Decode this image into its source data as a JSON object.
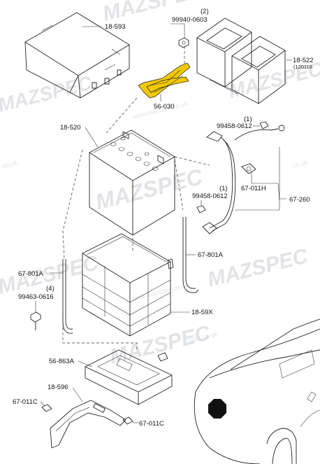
{
  "diagram": {
    "labels": {
      "cover": "18-593",
      "nut_top": "99940-0603",
      "nut_top_qty": "(2)",
      "clamp_yellow": "56-030",
      "bracket_frame": "18-522",
      "bracket_frame_date": "120116",
      "battery": "18-520",
      "bolt_upper": "99458-0612",
      "bolt_upper_qty": "(1)",
      "bolt_mid": "99458-0612",
      "bolt_mid_qty": "(1)",
      "cable_h": "67-011H",
      "harness": "67-260",
      "rod_right": "67-801A",
      "rod_left": "67-801A",
      "bolt_left": "99463-0616",
      "bolt_left_qty": "(4)",
      "tray": "18-59X",
      "base": "56-863A",
      "support": "18-596",
      "clip_left": "67-011C",
      "clip_right": "67-011C"
    },
    "watermarks": [
      "MAZSPEC",
      "MAZSPEC",
      "MAZSPEC",
      "MAZSPEC",
      "MAZSPEC",
      "MAZSPEC",
      "MAZSPEC"
    ],
    "watermark_urls": [
      "www.mazspec.co.uk",
      "co.uk",
      "co.uk",
      "www.mazspec.co.uk",
      "spec.co.uk"
    ],
    "colors": {
      "highlight": "#f2c800",
      "line": "#222222",
      "watermark": "#c9cdd2"
    }
  }
}
